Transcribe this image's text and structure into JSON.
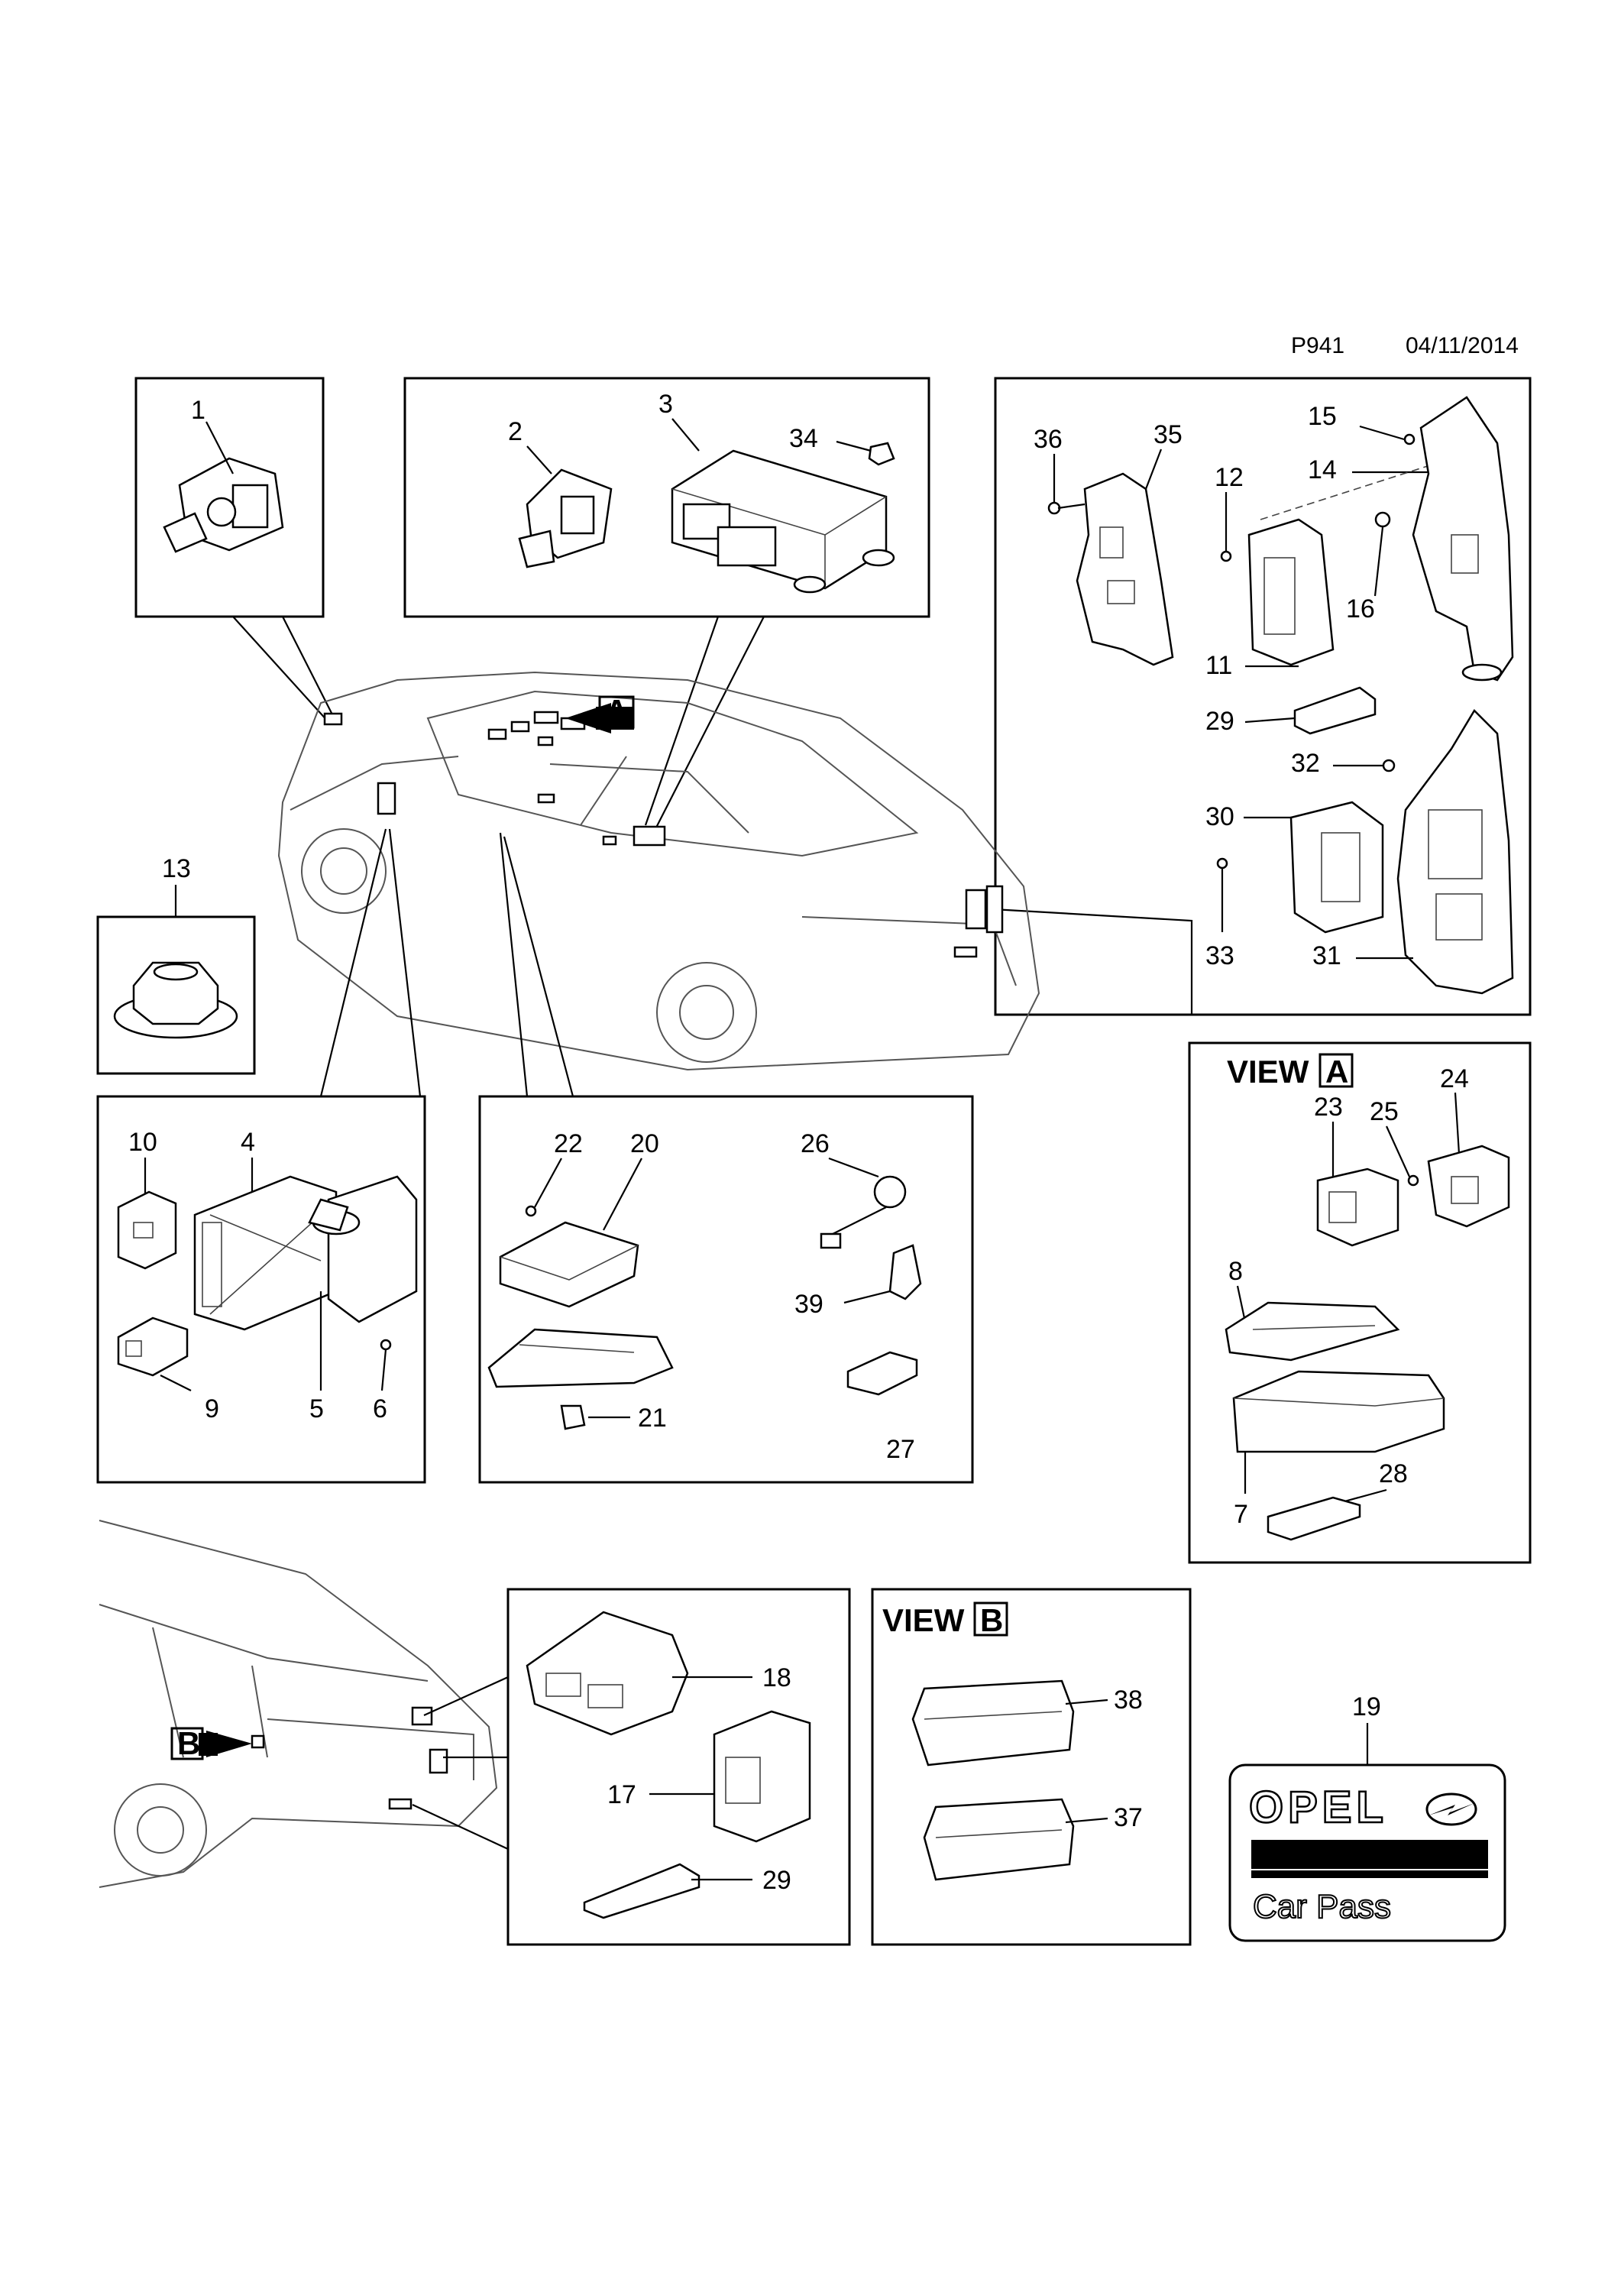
{
  "header": {
    "code": "P941",
    "date": "04/11/2014"
  },
  "views": {
    "view_a": "VIEW",
    "view_a_letter": "A",
    "view_b": "VIEW",
    "view_b_letter": "B"
  },
  "markers": {
    "arrow_a": "A",
    "arrow_b": "B"
  },
  "logo": {
    "brand": "OPEL",
    "caption": "Car Pass"
  },
  "callouts": {
    "c1": "1",
    "c2": "2",
    "c3": "3",
    "c4": "4",
    "c5": "5",
    "c6": "6",
    "c7": "7",
    "c8": "8",
    "c9": "9",
    "c10": "10",
    "c11": "11",
    "c12": "12",
    "c13": "13",
    "c14": "14",
    "c15": "15",
    "c16": "16",
    "c17": "17",
    "c18": "18",
    "c19": "19",
    "c20": "20",
    "c21": "21",
    "c22": "22",
    "c23": "23",
    "c24": "24",
    "c25": "25",
    "c26": "26",
    "c27": "27",
    "c28": "28",
    "c29a": "29",
    "c29b": "29",
    "c30": "30",
    "c31": "31",
    "c32": "32",
    "c33": "33",
    "c34": "34",
    "c35": "35",
    "c36": "36",
    "c37": "37",
    "c38": "38",
    "c39": "39"
  }
}
